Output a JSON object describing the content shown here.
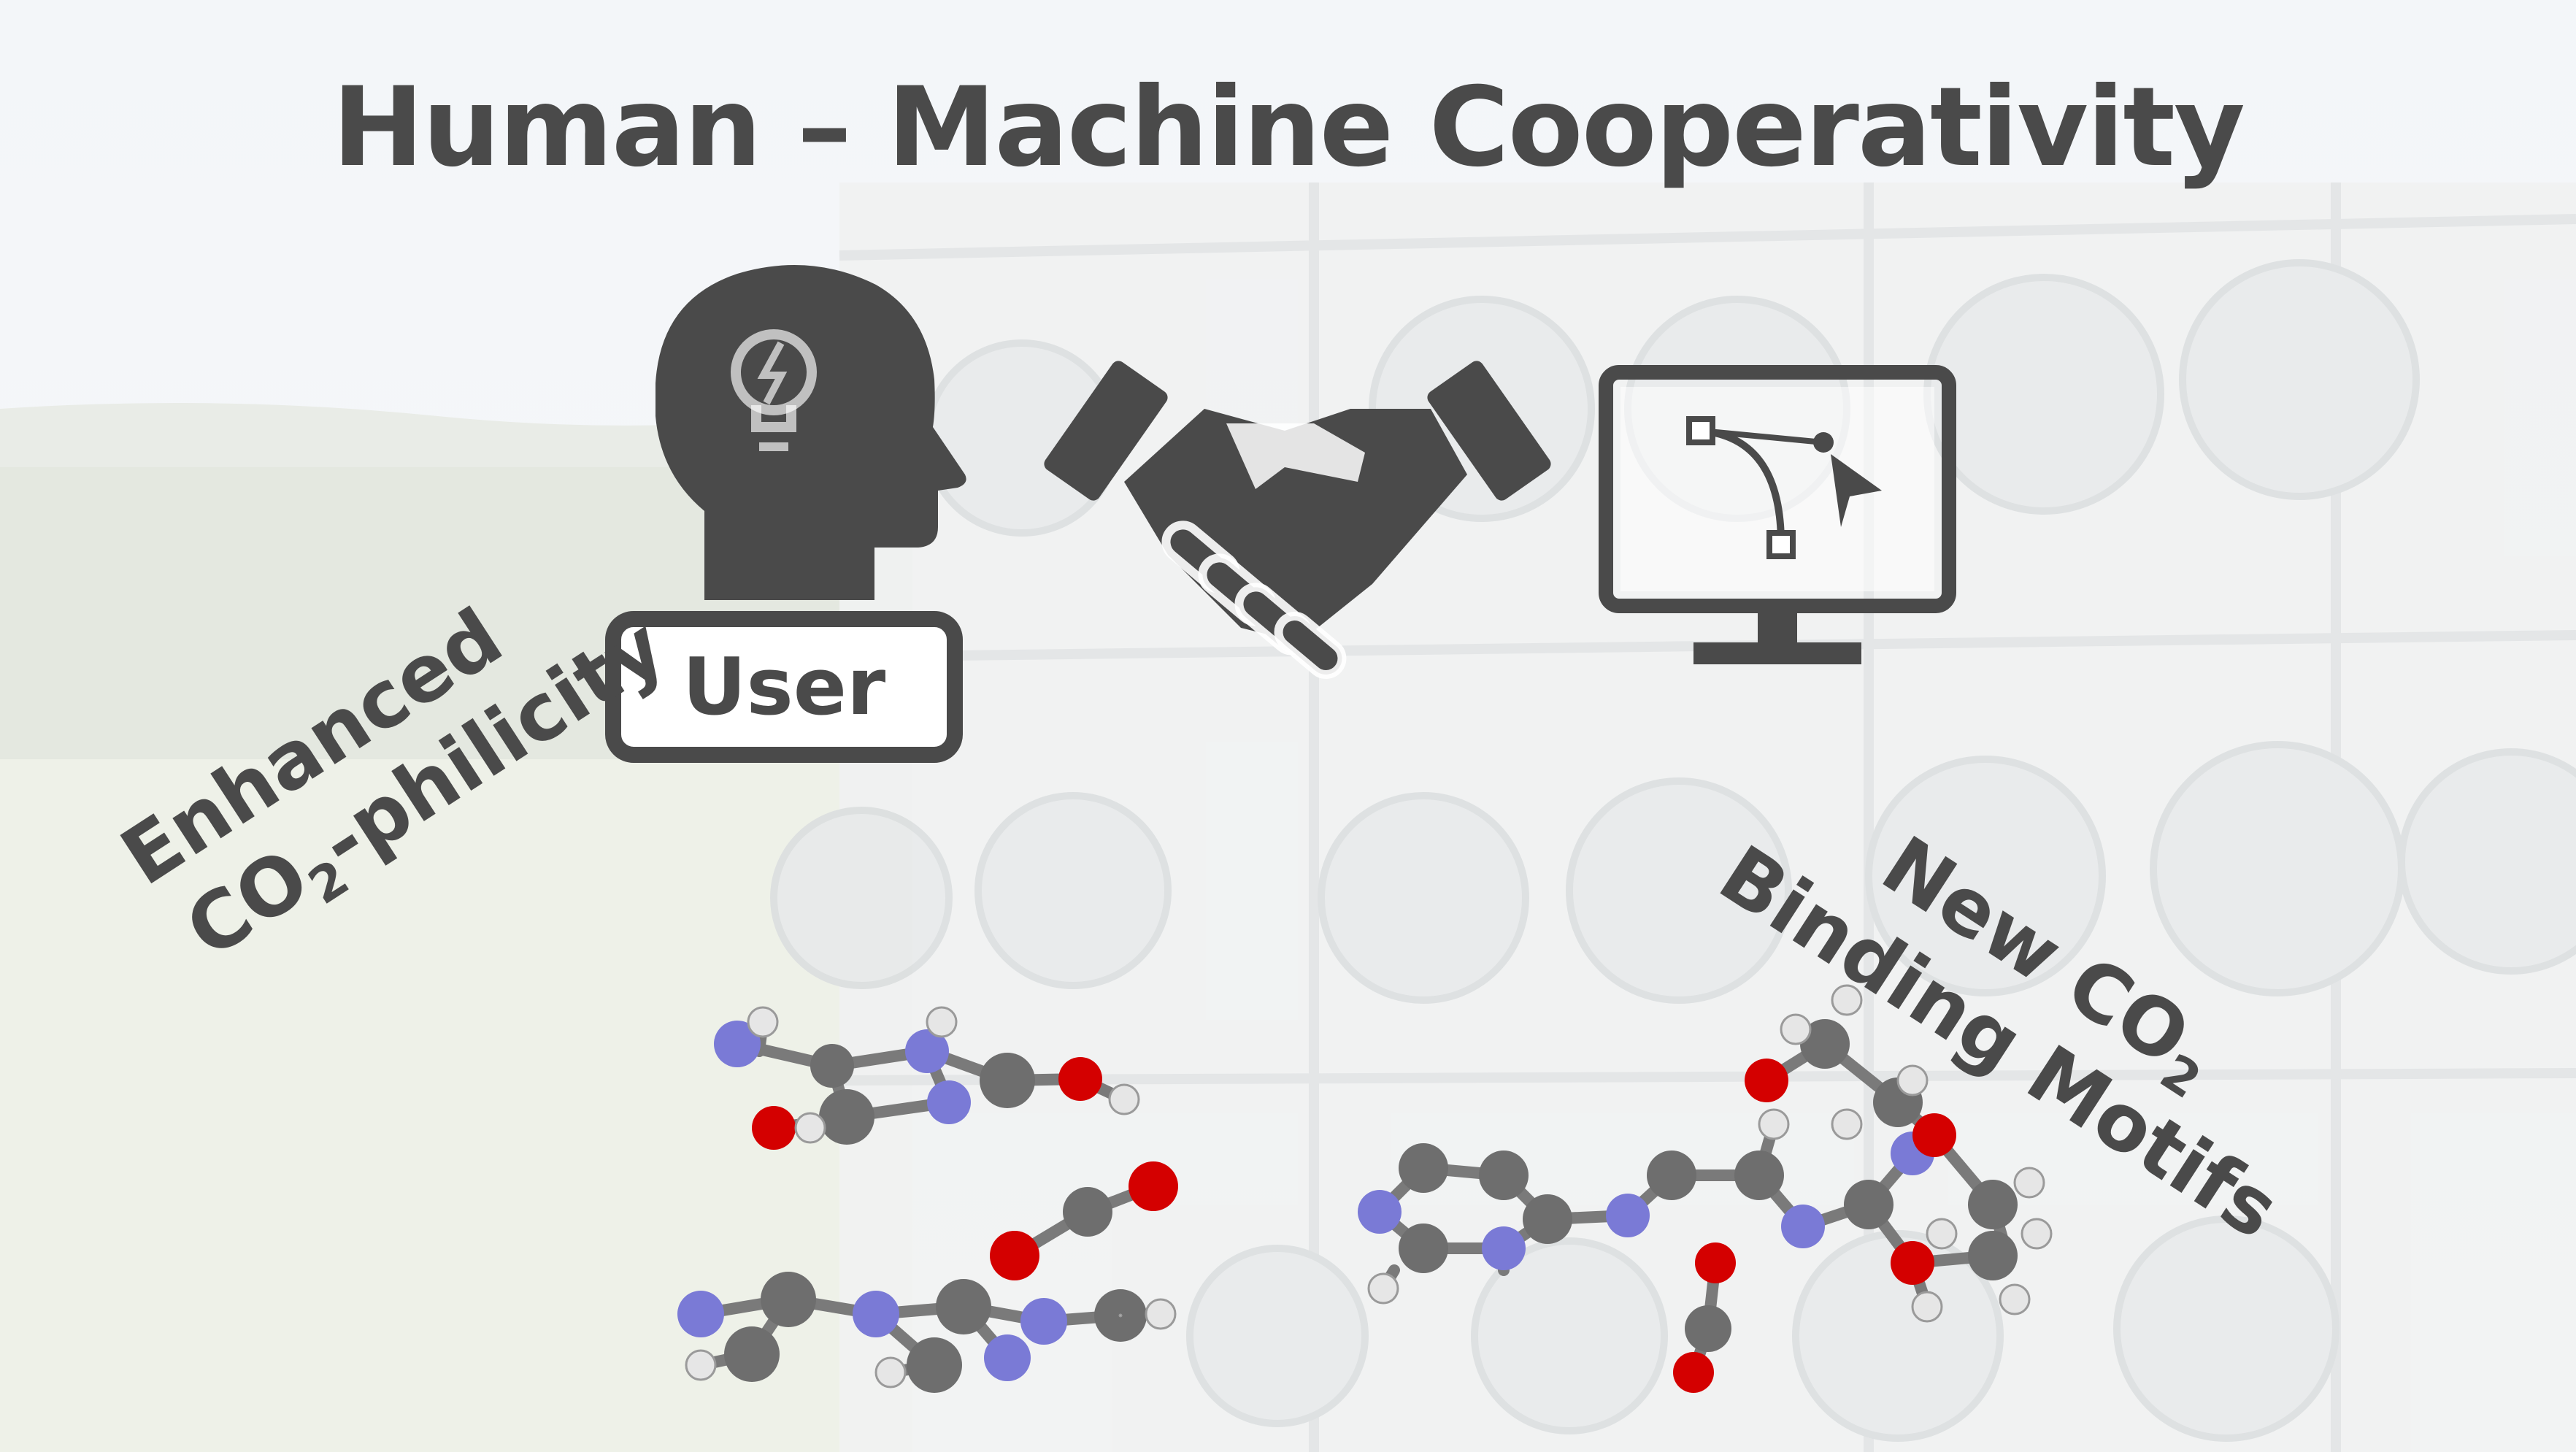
{
  "title": "Human – Machine Cooperativity",
  "user_label": "User",
  "left_caption": {
    "line1": "Enhanced",
    "line2_prefix": "CO",
    "line2_sub": "2",
    "line2_suffix": "-philicity"
  },
  "right_caption": {
    "line1_prefix": "New CO",
    "line1_sub": "2",
    "line2": "Binding Motifs"
  },
  "icons": [
    "idea-head-icon",
    "handshake-icon",
    "monitor-vector-icon"
  ],
  "colors": {
    "text": "#4a4a4a",
    "icon": "#4a4a4a",
    "carbon": "#6e6e6e",
    "nitrogen": "#7a7ad6",
    "oxygen": "#e00000",
    "hydrogen": "#e6e6e6"
  }
}
